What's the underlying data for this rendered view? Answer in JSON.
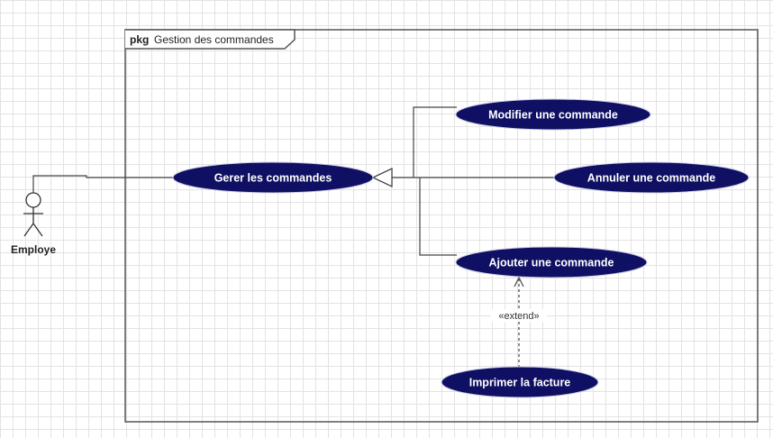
{
  "package": {
    "keyword": "pkg",
    "name": "Gestion des commandes"
  },
  "actor": {
    "name": "Employe"
  },
  "use_cases": {
    "gerer": "Gerer les commandes",
    "modifier": "Modifier une commande",
    "annuler": "Annuler une commande",
    "ajouter": "Ajouter une commande",
    "imprimer": "Imprimer la facture"
  },
  "relations": {
    "extend_label": "«extend»"
  },
  "colors": {
    "use_case_fill": "#0f0f63",
    "line": "#444444",
    "frame": "#555555"
  }
}
